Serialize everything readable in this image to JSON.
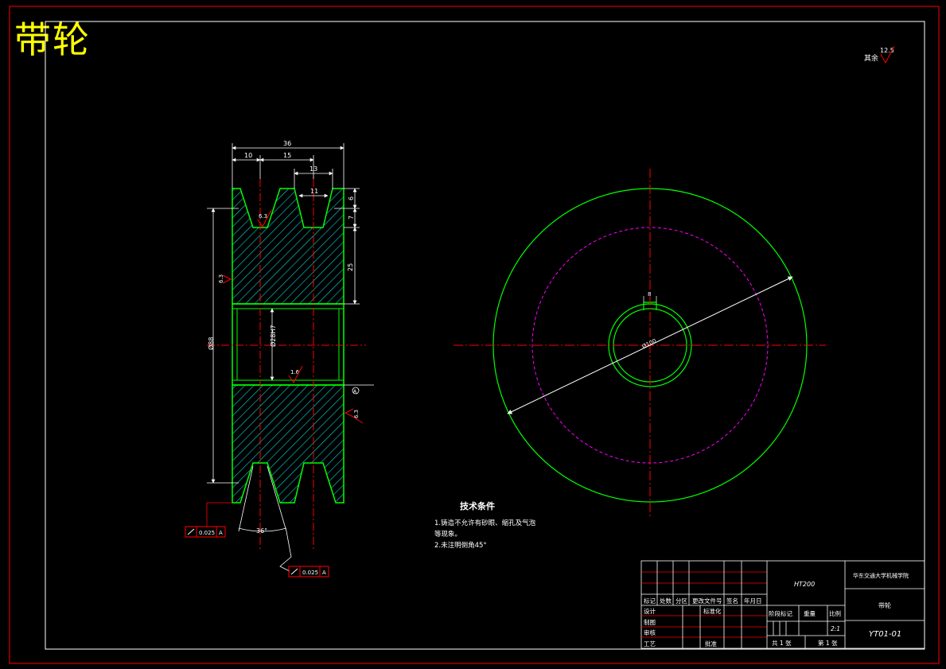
{
  "title": "带轮",
  "colors": {
    "frame": "#ff0000",
    "part_outline": "#00ff00",
    "center_line": "#ff0000",
    "dimension": "#ffffff",
    "pitch_circle": "#ff00ff",
    "title_text": "#ffff00",
    "background": "#000000"
  },
  "roughness_global": {
    "label": "其余",
    "value": "12.5"
  },
  "section_view": {
    "dims": {
      "total_width": "36",
      "d_10": "10",
      "d_15": "15",
      "d_13": "13",
      "d_11": "11",
      "d_6": "6",
      "d_7": "7",
      "d_25": "25",
      "outer_dia": "Ø88",
      "bore_dia": "Ø28H7",
      "groove_angle": "36°"
    },
    "roughness": {
      "r_groove": "6.3",
      "r_left": "6.3",
      "r_bore": "1.6",
      "r_right": "6.3"
    },
    "tolerances": [
      {
        "value": "0.025",
        "datum": "A"
      },
      {
        "value": "0.025",
        "datum": "A"
      }
    ],
    "datum_label": "A"
  },
  "front_view": {
    "keyway_width": "8",
    "diameter": "Ø100"
  },
  "tech_req": {
    "heading": "技术条件",
    "lines": [
      "1.铸造不允许有砂眼、缩孔及气泡",
      "等现象。",
      "2.未注明倒角45°"
    ]
  },
  "title_block": {
    "material": "HT200",
    "school": "华东交通大学机械学院",
    "part_name": "带轮",
    "drawing_no": "YT01-01",
    "col_headers": [
      "标记",
      "处数",
      "分区",
      "更改文件号",
      "签名",
      "年月日"
    ],
    "row_labels": [
      "设计",
      "制图",
      "审核",
      "工艺"
    ],
    "standardize": "标准化",
    "approve": "批准",
    "stage_mark": "阶段标记",
    "weight": "重量",
    "scale": "比例",
    "scale_value": "2:1",
    "sheets_total": "共 1 张",
    "sheet_no": "第 1 张"
  }
}
